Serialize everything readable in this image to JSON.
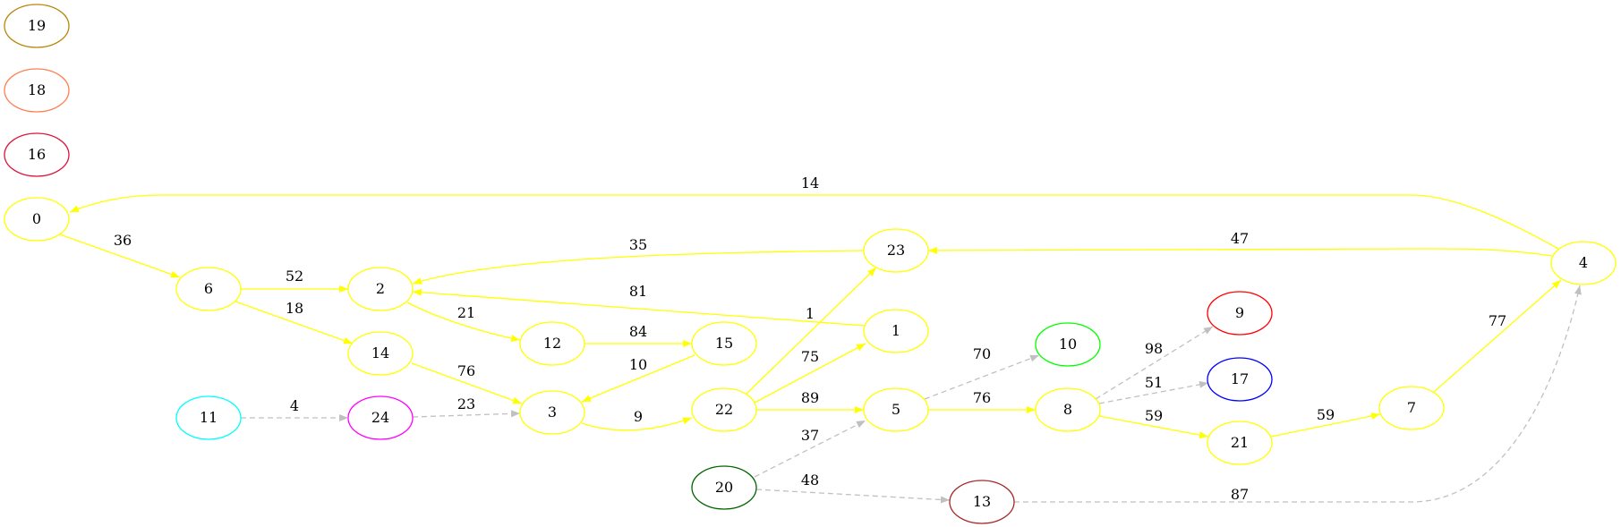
{
  "colors": {
    "solid_edge": "#ffff00",
    "dashed_edge": "#c0c0c0",
    "label": "#000000"
  },
  "nodes": [
    {
      "id": "19",
      "label": "19",
      "color": "#b8860b"
    },
    {
      "id": "18",
      "label": "18",
      "color": "#ff7f50"
    },
    {
      "id": "16",
      "label": "16",
      "color": "#dc143c"
    },
    {
      "id": "0",
      "label": "0",
      "color": "#ffff00"
    },
    {
      "id": "6",
      "label": "6",
      "color": "#ffff00"
    },
    {
      "id": "2",
      "label": "2",
      "color": "#ffff00"
    },
    {
      "id": "14",
      "label": "14",
      "color": "#ffff00"
    },
    {
      "id": "11",
      "label": "11",
      "color": "#00ffff"
    },
    {
      "id": "24",
      "label": "24",
      "color": "#ff00ff"
    },
    {
      "id": "12",
      "label": "12",
      "color": "#ffff00"
    },
    {
      "id": "15",
      "label": "15",
      "color": "#ffff00"
    },
    {
      "id": "3",
      "label": "3",
      "color": "#ffff00"
    },
    {
      "id": "22",
      "label": "22",
      "color": "#ffff00"
    },
    {
      "id": "20",
      "label": "20",
      "color": "#006400"
    },
    {
      "id": "23",
      "label": "23",
      "color": "#ffff00"
    },
    {
      "id": "1",
      "label": "1",
      "color": "#ffff00"
    },
    {
      "id": "5",
      "label": "5",
      "color": "#ffff00"
    },
    {
      "id": "13",
      "label": "13",
      "color": "#a52a2a"
    },
    {
      "id": "10",
      "label": "10",
      "color": "#00ff00"
    },
    {
      "id": "8",
      "label": "8",
      "color": "#ffff00"
    },
    {
      "id": "9",
      "label": "9",
      "color": "#ff0000"
    },
    {
      "id": "17",
      "label": "17",
      "color": "#0000ff"
    },
    {
      "id": "21",
      "label": "21",
      "color": "#ffff00"
    },
    {
      "id": "7",
      "label": "7",
      "color": "#ffff00"
    },
    {
      "id": "4",
      "label": "4",
      "color": "#ffff00"
    }
  ],
  "edges": [
    {
      "from": "4",
      "to": "0",
      "label": "14",
      "style": "solid"
    },
    {
      "from": "0",
      "to": "6",
      "label": "36",
      "style": "solid"
    },
    {
      "from": "6",
      "to": "2",
      "label": "52",
      "style": "solid"
    },
    {
      "from": "6",
      "to": "14",
      "label": "18",
      "style": "solid"
    },
    {
      "from": "23",
      "to": "2",
      "label": "35",
      "style": "solid"
    },
    {
      "from": "1",
      "to": "2",
      "label": "81",
      "style": "solid"
    },
    {
      "from": "2",
      "to": "12",
      "label": "21",
      "style": "solid"
    },
    {
      "from": "12",
      "to": "15",
      "label": "84",
      "style": "solid"
    },
    {
      "from": "15",
      "to": "3",
      "label": "10",
      "style": "solid"
    },
    {
      "from": "14",
      "to": "3",
      "label": "76",
      "style": "solid"
    },
    {
      "from": "11",
      "to": "24",
      "label": "4",
      "style": "dashed"
    },
    {
      "from": "24",
      "to": "3",
      "label": "23",
      "style": "dashed"
    },
    {
      "from": "3",
      "to": "22",
      "label": "9",
      "style": "solid"
    },
    {
      "from": "22",
      "to": "23",
      "label": "1",
      "style": "solid"
    },
    {
      "from": "22",
      "to": "1",
      "label": "75",
      "style": "solid"
    },
    {
      "from": "22",
      "to": "5",
      "label": "89",
      "style": "solid"
    },
    {
      "from": "20",
      "to": "5",
      "label": "37",
      "style": "dashed"
    },
    {
      "from": "20",
      "to": "13",
      "label": "48",
      "style": "dashed"
    },
    {
      "from": "5",
      "to": "10",
      "label": "70",
      "style": "dashed"
    },
    {
      "from": "5",
      "to": "8",
      "label": "76",
      "style": "solid"
    },
    {
      "from": "8",
      "to": "9",
      "label": "98",
      "style": "dashed"
    },
    {
      "from": "8",
      "to": "17",
      "label": "51",
      "style": "dashed"
    },
    {
      "from": "8",
      "to": "21",
      "label": "59",
      "style": "solid"
    },
    {
      "from": "21",
      "to": "7",
      "label": "59",
      "style": "solid"
    },
    {
      "from": "7",
      "to": "4",
      "label": "77",
      "style": "solid"
    },
    {
      "from": "4",
      "to": "23",
      "label": "47",
      "style": "solid"
    },
    {
      "from": "13",
      "to": "4",
      "label": "87",
      "style": "dashed"
    }
  ]
}
